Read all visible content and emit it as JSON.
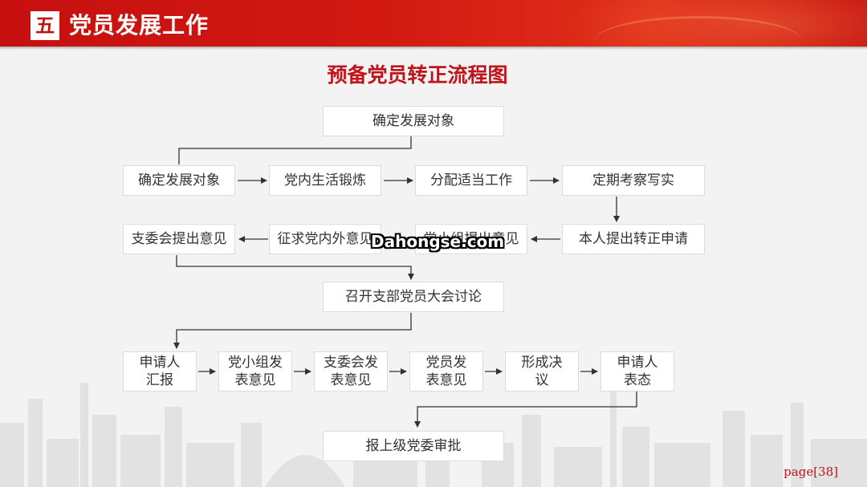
{
  "header": {
    "badge": "五",
    "title": "党员发展工作"
  },
  "main_title": "预备党员转正流程图",
  "nodes": {
    "top": "确定发展对象",
    "r1": [
      "确定发展对象",
      "党内生活锻炼",
      "分配适当工作",
      "定期考察写实"
    ],
    "r2": [
      "支委会提出意见",
      "征求党内外意见",
      "党小组提出意见",
      "本人提出转正申请"
    ],
    "meeting": "召开支部党员大会讨论",
    "r4": [
      [
        "申请人",
        "汇报"
      ],
      [
        "党小组发",
        "表意见"
      ],
      [
        "支委会发",
        "表意见"
      ],
      [
        "党员发",
        "表意见"
      ],
      [
        "形成决",
        "议"
      ],
      [
        "申请人",
        "表态"
      ]
    ],
    "final": "报上级党委审批"
  },
  "watermark": "Dahongse.com",
  "page_label": "page[38]",
  "colors": {
    "header_red": "#c6100f",
    "title_red": "#c0141b",
    "arrow": "#333333"
  }
}
